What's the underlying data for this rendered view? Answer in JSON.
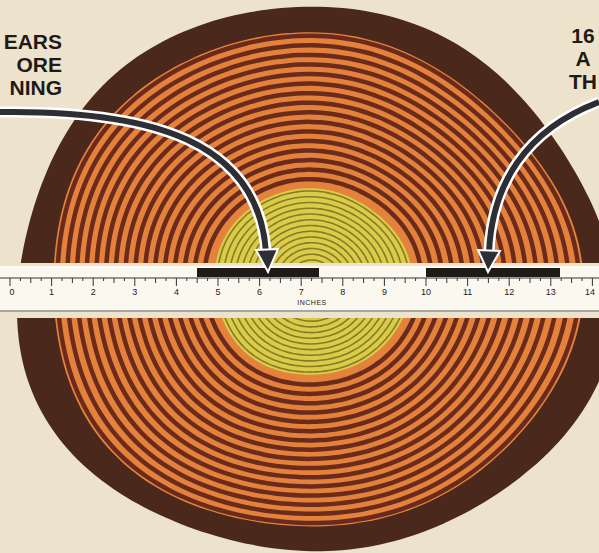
{
  "diagram": {
    "labels": [
      "EARS ORE NING",
      "16 A TH",
      "0",
      "1",
      "2",
      "3",
      "4",
      "5",
      "6",
      "7",
      "8",
      "9",
      "10",
      "11",
      "12",
      "13",
      "14",
      "INCHES"
    ]
  }
}
